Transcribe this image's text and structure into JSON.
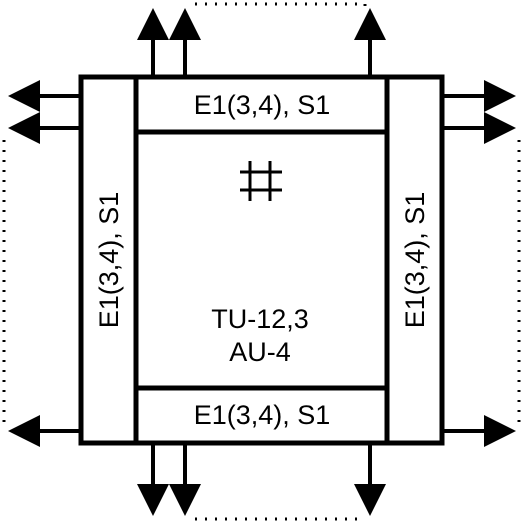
{
  "labels": {
    "top": "E1(3,4), S1",
    "bottom": "E1(3,4), S1",
    "left": "E1(3,4), S1",
    "right": "E1(3,4), S1",
    "center_line1": "TU-12,3",
    "center_line2": "AU-4"
  },
  "icons": {
    "center": "crossconnect-hash-icon"
  },
  "colors": {
    "stroke": "#000000",
    "background": "#ffffff"
  }
}
